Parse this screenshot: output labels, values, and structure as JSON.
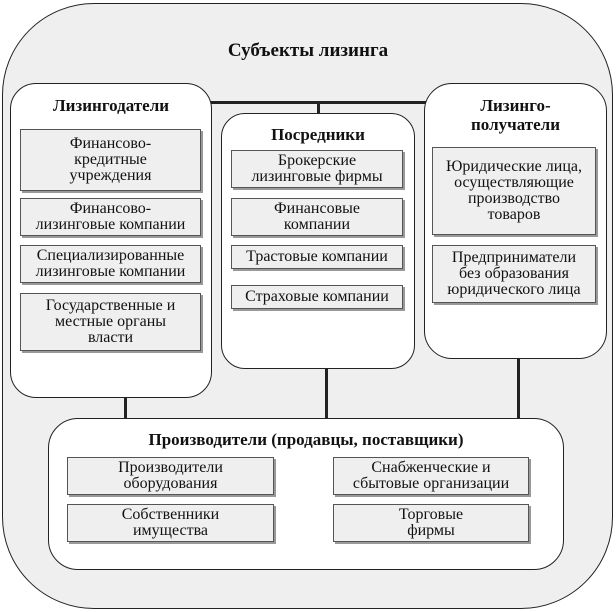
{
  "title": "Субъекты лизинга",
  "lessors": {
    "title": "Лизингодатели",
    "items": [
      "Финансово-\nкредитные\nучреждения",
      "Финансово-\nлизинговые компании",
      "Специализированные\nлизинговые компании",
      "Государственные и\nместные органы\nвласти"
    ]
  },
  "intermediaries": {
    "title": "Посредники",
    "items": [
      "Брокерские\nлизинговые фирмы",
      "Финансовые\nкомпании",
      "Трастовые компании",
      "Страховые компании"
    ]
  },
  "lessees": {
    "title": "Лизинго-\nполучатели",
    "items": [
      "Юридические лица,\nосуществляющие\nпроизводство\nтоваров",
      "Предприниматели\nбез образования\nюридического лица"
    ]
  },
  "producers": {
    "title": "Производители (продавцы, поставщики)",
    "items": [
      "Производители\nоборудования",
      "Снабженческие и\nсбытовые организации",
      "Собственники\nимущества",
      "Торговые\nфирмы"
    ]
  }
}
